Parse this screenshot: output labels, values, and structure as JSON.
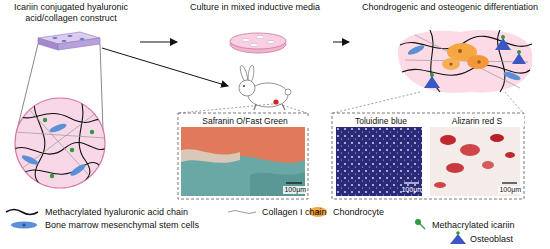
{
  "diagram": {
    "nodes": [
      {
        "text": [
          "Icariin conjugated hyaluronic acid/collagen construct"
        ]
      },
      {
        "text": [
          "Culture in mixed inductive media"
        ]
      },
      {
        "text": [
          "Chondrogenic and osteogenic differentiation"
        ]
      },
      {
        "text": [
          "Safranin O/Fast Green",
          "100μm"
        ]
      },
      {
        "text": [
          "Toluidine blue",
          "100μm"
        ]
      },
      {
        "text": [
          "Alizarin red S",
          "100μm"
        ]
      }
    ],
    "edges": [
      {
        "from": 0,
        "to": 1,
        "arrow": "to"
      },
      {
        "from": 1,
        "to": 2,
        "arrow": "to"
      }
    ],
    "legend": [
      {
        "text": "Methacrylated hyaluronic acid chain"
      },
      {
        "text": "Collagen I chain"
      },
      {
        "text": "Chondrocyte"
      },
      {
        "text": "Bone marrow mesenchymal stem cells"
      },
      {
        "text": "Methacrylated icariin"
      },
      {
        "text": "Osteoblast"
      }
    ]
  }
}
